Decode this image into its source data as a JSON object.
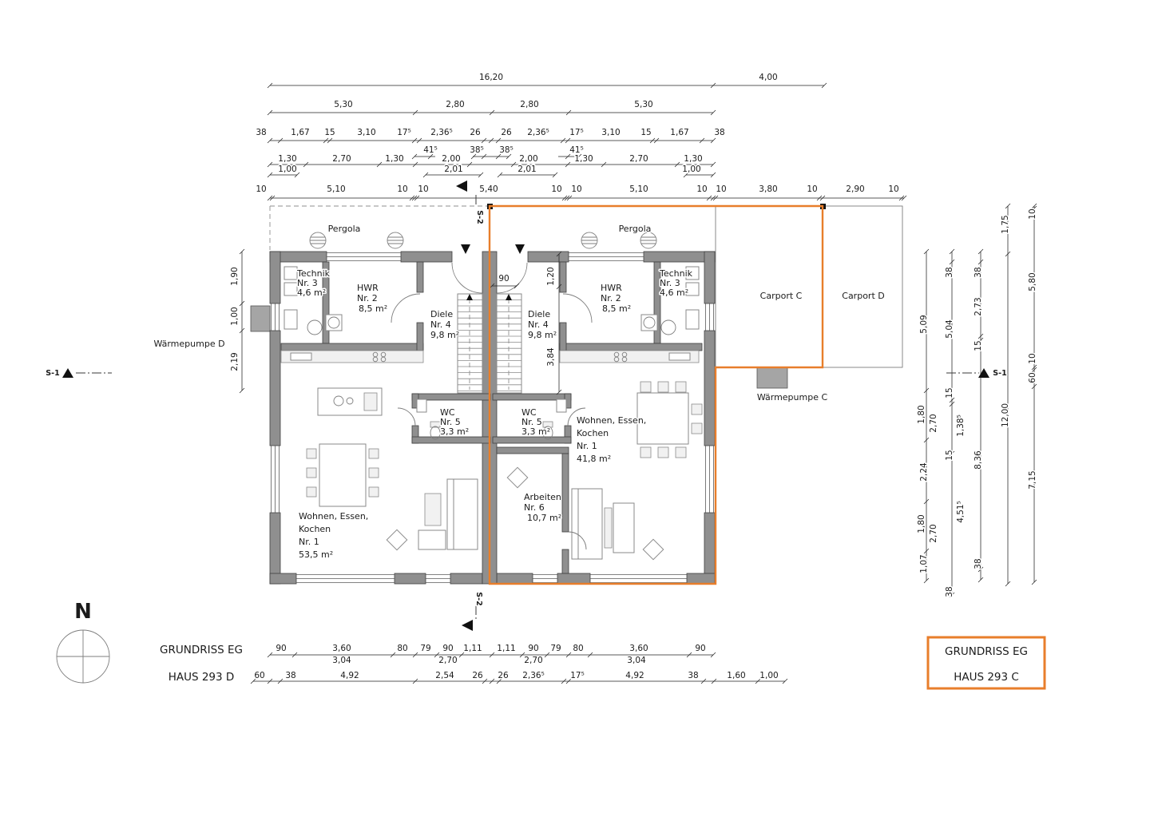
{
  "accent": "#E87E2B",
  "titles": {
    "left": {
      "line1": "GRUNDRISS EG",
      "line2": "HAUS 293 D"
    },
    "right": {
      "line1": "GRUNDRISS EG",
      "line2": "HAUS 293 C"
    }
  },
  "compass": {
    "north": "N"
  },
  "markers": {
    "s1": "S-1",
    "s2": "S-2"
  },
  "labels": {
    "pergola": "Pergola",
    "carport_c": "Carport C",
    "carport_d": "Carport D",
    "waermepumpe_d": "Wärmepumpe D",
    "waermepumpe_c": "Wärmepumpe C"
  },
  "rooms": {
    "d": {
      "technik": {
        "name": "Technik",
        "nr": "Nr. 3",
        "area": "4,6 m²"
      },
      "hwr": {
        "name": "HWR",
        "nr": "Nr. 2",
        "area": "8,5 m²"
      },
      "diele": {
        "name": "Diele",
        "nr": "Nr. 4",
        "area": "9,8 m²"
      },
      "wc": {
        "name": "WC",
        "nr": "Nr. 5",
        "area": "3,3 m²"
      },
      "wohnen": {
        "name1": "Wohnen, Essen,",
        "name2": "Kochen",
        "nr": "Nr. 1",
        "area": "53,5 m²"
      }
    },
    "c": {
      "hwr": {
        "name": "HWR",
        "nr": "Nr. 2",
        "area": "8,5 m²"
      },
      "technik": {
        "name": "Technik",
        "nr": "Nr. 3",
        "area": "4,6 m²"
      },
      "diele": {
        "name": "Diele",
        "nr": "Nr. 4",
        "area": "9,8 m²"
      },
      "wc": {
        "name": "WC",
        "nr": "Nr. 5",
        "area": "3,3 m²"
      },
      "wohnen": {
        "name1": "Wohnen, Essen,",
        "name2": "Kochen",
        "nr": "Nr. 1",
        "area": "41,8 m²"
      },
      "arbeiten": {
        "name": "Arbeiten",
        "nr": "Nr. 6",
        "area": "10,7 m²"
      }
    }
  },
  "dims": {
    "top1": [
      "16,20",
      "4,00"
    ],
    "top2": [
      "5,30",
      "2,80",
      "2,80",
      "5,30"
    ],
    "top3": [
      "38",
      "1,67",
      "15",
      "3,10",
      "17⁵",
      "2,36⁵",
      "26",
      "26",
      "2,36⁵",
      "17⁵",
      "3,10",
      "15",
      "1,67",
      "38"
    ],
    "top4": [
      "41⁵",
      "38⁵",
      "38⁵",
      "41⁵"
    ],
    "top5": [
      "1,30",
      "2,70",
      "1,30",
      "2,00",
      "2,00",
      "1,30",
      "2,70",
      "1,30"
    ],
    "top6": [
      "1,00",
      "2,01",
      "2,01",
      "1,00"
    ],
    "top7": [
      "10",
      "5,10",
      "10",
      "10",
      "5,40",
      "10",
      "10",
      "5,10",
      "10",
      "10",
      "3,80",
      "10",
      "2,90",
      "10"
    ],
    "left": [
      "1,90",
      "1,00",
      "2,19"
    ],
    "inner": [
      "90",
      "1,20",
      "3,84"
    ],
    "right": [
      "1,75",
      "10",
      "38",
      "38",
      "5,80",
      "2,73",
      "5,09",
      "5,04",
      "15",
      "10",
      "60",
      "15",
      "1,80",
      "2,70",
      "1,38⁵",
      "12,00",
      "15",
      "8,36",
      "2,24",
      "7,15",
      "4,51⁵",
      "1,80",
      "2,70",
      "1,07",
      "38",
      "38"
    ],
    "bottom1": [
      "90",
      "3,60",
      "80",
      "79",
      "90",
      "1,11",
      "1,11",
      "90",
      "79",
      "80",
      "3,60",
      "90"
    ],
    "bottom2": [
      "3,04",
      "2,70",
      "2,70",
      "3,04"
    ],
    "bottom3": [
      "60",
      "38",
      "4,92",
      "2,54",
      "26",
      "26",
      "2,36⁵",
      "17⁵",
      "4,92",
      "38",
      "1,60",
      "1,00"
    ]
  }
}
